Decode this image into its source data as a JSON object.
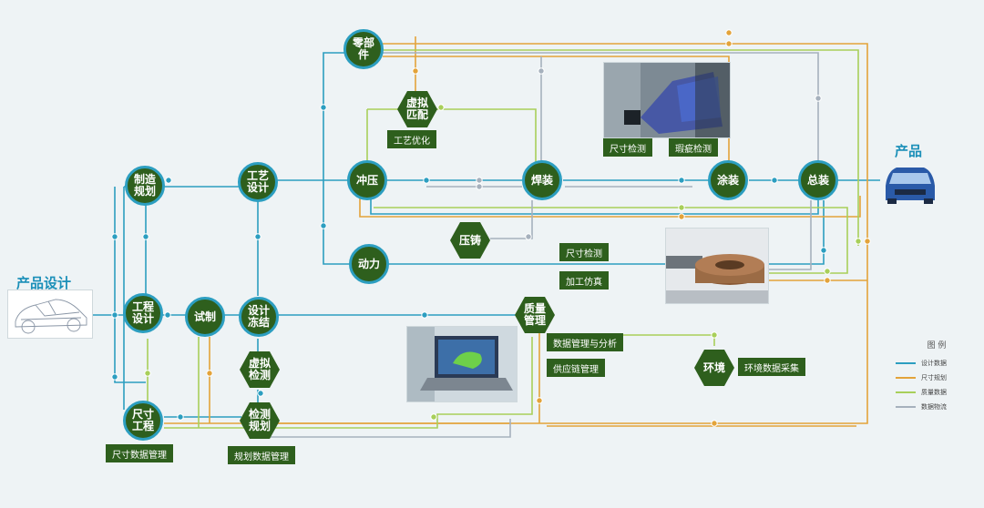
{
  "colors": {
    "design": "#2c9ec0",
    "dimension": "#e3a33a",
    "quality": "#a8cf5a",
    "logistics": "#a6b1bd",
    "node": "#2e5f1d"
  },
  "titles": {
    "product_design": "产品设计",
    "product": "产品"
  },
  "nodes": {
    "manufacturing_planning": "制造\n规划",
    "process_design": "工艺\n设计",
    "engineering_design": "工程\n设计",
    "trial": "试制",
    "design_freeze": "设计\n冻结",
    "dimension_engineering": "尺寸\n工程",
    "inspection_planning": "检测\n规划",
    "parts": "零部\n件",
    "stamping": "冲压",
    "welding": "焊装",
    "painting": "涂装",
    "assembly": "总装",
    "power": "动力",
    "quality_mgmt": "质量\n管理"
  },
  "hexes": {
    "virtual_matching": "虚拟\n匹配",
    "die_casting": "压铸",
    "virtual_inspection": "虚拟\n检测",
    "environment": "环境"
  },
  "boxes": {
    "process_optimization": "工艺优化",
    "dimension_check_top": "尺寸检测",
    "defect_check": "瑕疵检测",
    "dimension_check_mid": "尺寸检测",
    "machining_sim": "加工仿真",
    "data_mgmt": "数据管理与分析",
    "supply_chain": "供应链管理",
    "env_data": "环境数据采集",
    "dimension_data_mgmt": "尺寸数据管理",
    "planning_data_mgmt": "规划数据管理"
  },
  "legend": {
    "title": "图 例",
    "items": [
      {
        "label": "设计数据",
        "color": "#2c9ec0"
      },
      {
        "label": "尺寸规划",
        "color": "#e3a33a"
      },
      {
        "label": "质量数据",
        "color": "#a8cf5a"
      },
      {
        "label": "数据物流",
        "color": "#a6b1bd"
      }
    ]
  }
}
